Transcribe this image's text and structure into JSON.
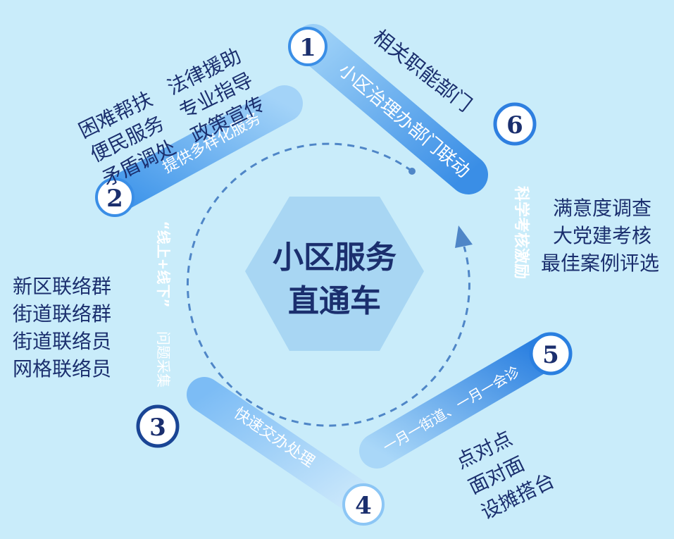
{
  "center": {
    "line1": "小区服务",
    "line2": "直通车"
  },
  "steps": [
    {
      "number": "1",
      "label": "小区治理办部门联动"
    },
    {
      "number": "2",
      "label": "提供多样化服务"
    },
    {
      "number": "3",
      "label_line1": "“线上+线下”",
      "label_line2": "问题采集"
    },
    {
      "number": "4",
      "label": "快速交办处理"
    },
    {
      "number": "5",
      "label": "一月一街道、一月一会诊"
    },
    {
      "number": "6",
      "label": "科学考核激励"
    }
  ],
  "notes": {
    "step1": "相关职能部门",
    "step2": [
      "困难帮扶",
      "便民服务",
      "矛盾调处",
      "法律援助",
      "专业指导",
      "政策宣传"
    ],
    "step3": [
      "新区联络群",
      "街道联络群",
      "街道联络员",
      "网格联络员"
    ],
    "step5": [
      "点对点",
      "面对面",
      "设摊搭台"
    ],
    "step6": [
      "满意度调查",
      "大党建考核",
      "最佳案例评选"
    ]
  },
  "colors": {
    "background": "#c9ecfa",
    "hexagon": "#a8d6f3",
    "text_dark": "#1b2f6e",
    "pill_light": "#67b3f3",
    "pill_mid": "#2a7fe0",
    "pill_dark": "#1a4595",
    "dashed_arrow": "#4f86c7"
  }
}
